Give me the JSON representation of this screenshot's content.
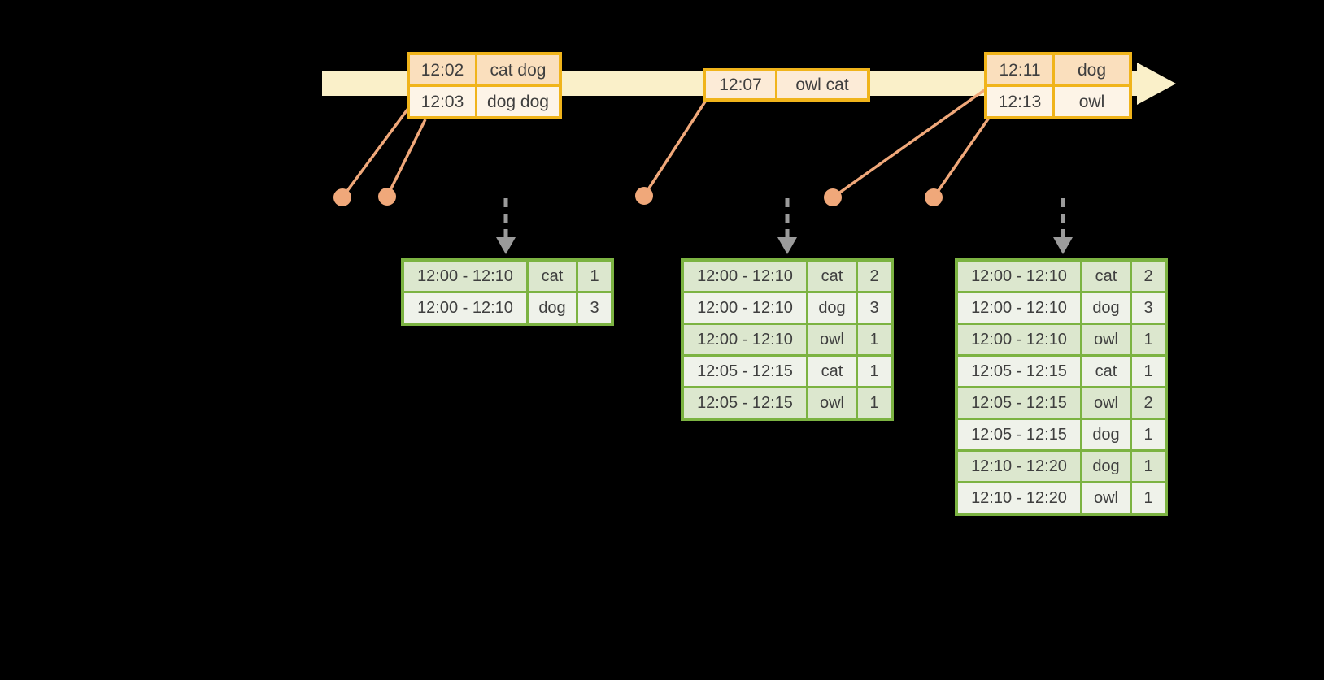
{
  "diagram": {
    "kind": "windowed-grouped-aggregation-timeline",
    "colors": {
      "background": "#000000",
      "timeline_band": "#FAF0C9",
      "event_table_border": "#F0B41B",
      "event_row_dark": "#FADFBD",
      "event_row_light": "#FDF4E7",
      "event_row_single": "#FCEBD7",
      "connector": "#F0A87A",
      "result_table_border": "#7CB342",
      "result_row_dark": "#DCE7CE",
      "result_row_light": "#EFF2EA",
      "dashed_arrow": "#9B9B9B",
      "text": "#3F3F3F"
    },
    "event_tables": [
      {
        "rows": [
          {
            "time": "12:02",
            "words": "cat dog"
          },
          {
            "time": "12:03",
            "words": "dog dog"
          }
        ]
      },
      {
        "rows": [
          {
            "time": "12:07",
            "words": "owl cat"
          }
        ]
      },
      {
        "rows": [
          {
            "time": "12:11",
            "words": "dog"
          },
          {
            "time": "12:13",
            "words": "owl"
          }
        ]
      }
    ],
    "result_tables": [
      {
        "rows": [
          {
            "window": "12:00 - 12:10",
            "word": "cat",
            "count": "1"
          },
          {
            "window": "12:00 - 12:10",
            "word": "dog",
            "count": "3"
          }
        ]
      },
      {
        "rows": [
          {
            "window": "12:00 - 12:10",
            "word": "cat",
            "count": "2"
          },
          {
            "window": "12:00 - 12:10",
            "word": "dog",
            "count": "3"
          },
          {
            "window": "12:00 - 12:10",
            "word": "owl",
            "count": "1"
          },
          {
            "window": "12:05 - 12:15",
            "word": "cat",
            "count": "1"
          },
          {
            "window": "12:05 - 12:15",
            "word": "owl",
            "count": "1"
          }
        ]
      },
      {
        "rows": [
          {
            "window": "12:00 - 12:10",
            "word": "cat",
            "count": "2"
          },
          {
            "window": "12:00 - 12:10",
            "word": "dog",
            "count": "3"
          },
          {
            "window": "12:00 - 12:10",
            "word": "owl",
            "count": "1"
          },
          {
            "window": "12:05 - 12:15",
            "word": "cat",
            "count": "1"
          },
          {
            "window": "12:05 - 12:15",
            "word": "owl",
            "count": "2"
          },
          {
            "window": "12:05 - 12:15",
            "word": "dog",
            "count": "1"
          },
          {
            "window": "12:10 - 12:20",
            "word": "dog",
            "count": "1"
          },
          {
            "window": "12:10 - 12:20",
            "word": "owl",
            "count": "1"
          }
        ]
      }
    ]
  }
}
